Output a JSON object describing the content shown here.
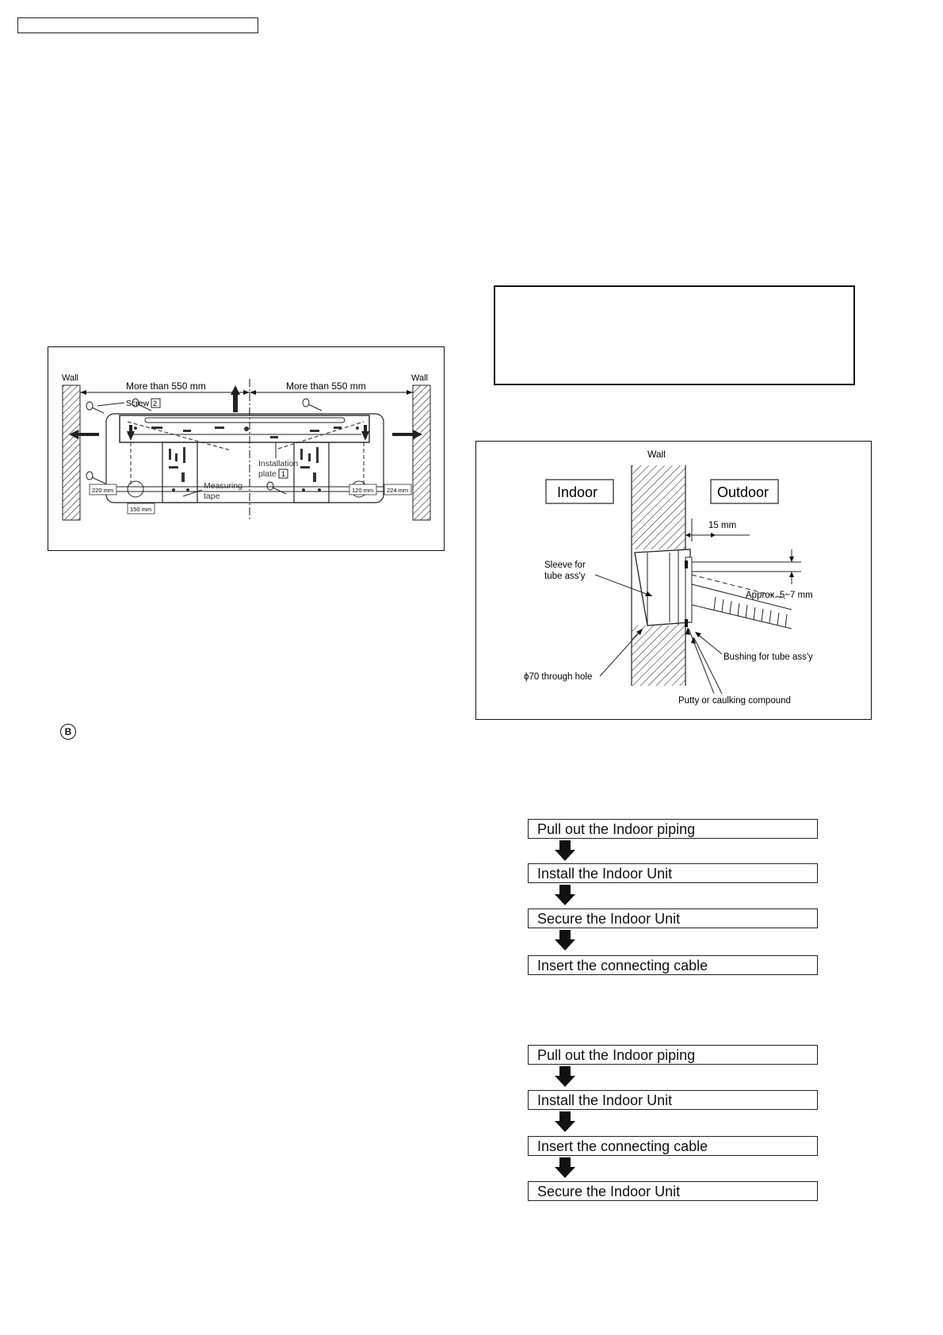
{
  "header": {
    "box_text": ""
  },
  "installation_plate_figure": {
    "wall_left": "Wall",
    "wall_right": "Wall",
    "dim_left": "More than 550 mm",
    "dim_right": "More than 550 mm",
    "screw_label": "Screw",
    "screw_number": "2",
    "plate_label_line1": "Installation",
    "plate_label_line2": "plate",
    "plate_number": "1",
    "tape_label_line1": "Measuring",
    "tape_label_line2": "tape",
    "dim_220": "220 mm",
    "dim_150": "150 mm",
    "dim_120": "120 mm",
    "dim_224": "224 mm"
  },
  "marker_b": "B",
  "wall_hole_figure": {
    "wall": "Wall",
    "indoor": "Indoor",
    "outdoor": "Outdoor",
    "dim_15": "15 mm",
    "sleeve_line1": "Sleeve for",
    "sleeve_line2": "tube ass'y",
    "approx": "Approx. 5~7 mm",
    "bushing": "Bushing for tube ass'y",
    "through_hole": "ϕ70 through hole",
    "putty": "Putty or caulking compound"
  },
  "flow_a": [
    "Pull out the Indoor piping",
    "Install the Indoor Unit",
    "Secure the Indoor Unit",
    "Insert the connecting cable"
  ],
  "flow_b": [
    "Pull out the Indoor piping",
    "Install the Indoor Unit",
    "Insert the connecting cable",
    "Secure the Indoor Unit"
  ]
}
